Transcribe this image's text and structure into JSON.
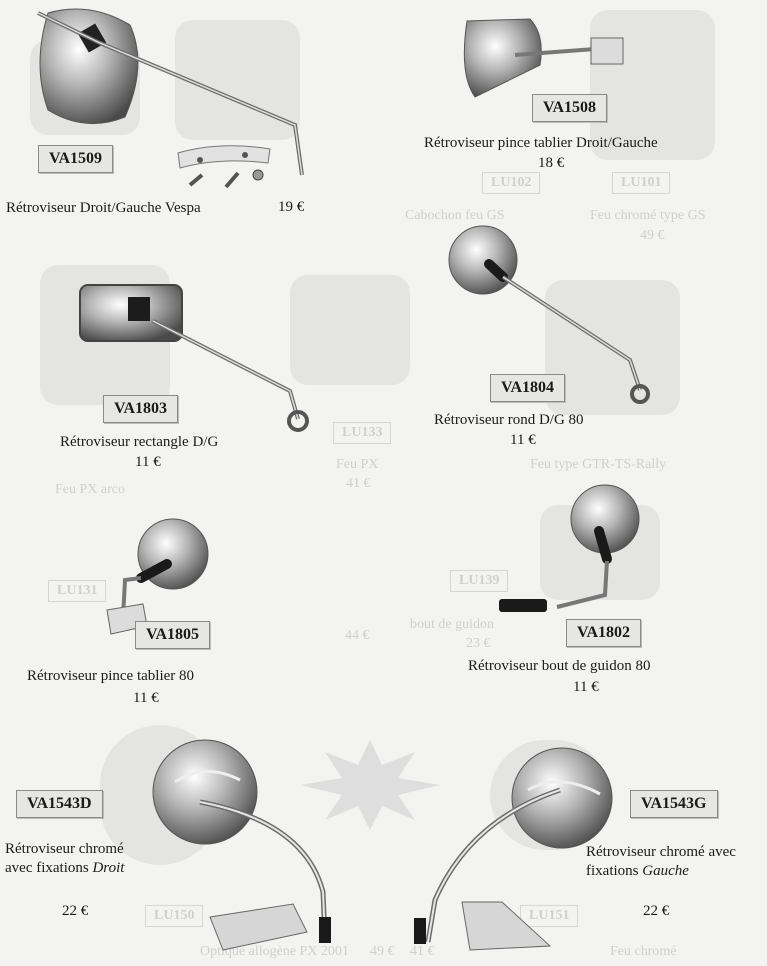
{
  "products": [
    {
      "code": "VA1509",
      "desc": "Rétroviseur Droit/Gauche Vespa",
      "price": "19 €"
    },
    {
      "code": "VA1508",
      "desc": "Rétroviseur pince tablier Droit/Gauche",
      "price": "18 €"
    },
    {
      "code": "VA1803",
      "desc": "Rétroviseur rectangle D/G",
      "price": "11 €"
    },
    {
      "code": "VA1804",
      "desc": "Rétroviseur rond D/G 80",
      "price": "11 €"
    },
    {
      "code": "VA1805",
      "desc": "Rétroviseur pince tablier 80",
      "price": "11 €"
    },
    {
      "code": "VA1802",
      "desc": "Rétroviseur bout de guidon 80",
      "price": "11 €"
    },
    {
      "code": "VA1543D",
      "desc_line1": "Rétroviseur chromé",
      "desc_line2": "avec fixations",
      "desc_italic": "Droit",
      "price": "22 €"
    },
    {
      "code": "VA1543G",
      "desc_line1": "Rétroviseur chromé avec",
      "desc_line2": "fixations",
      "desc_italic": "Gauche",
      "price": "22 €"
    }
  ],
  "background_ghost": {
    "codes": [
      "LU101",
      "LU102",
      "LU133",
      "LU139",
      "LU131",
      "LU150",
      "LU151"
    ],
    "texts": [
      "Feu chromé type GS",
      "49 €",
      "Cabochon feu GS",
      "Feu PX",
      "41 €",
      "Feu type GTR-TS-Rally",
      "bout de guidon",
      "23 €",
      "Feu PX arco",
      "44 €",
      "Optique allogène PX 2001",
      "49 €",
      "Feu chromé",
      "41 €"
    ]
  }
}
